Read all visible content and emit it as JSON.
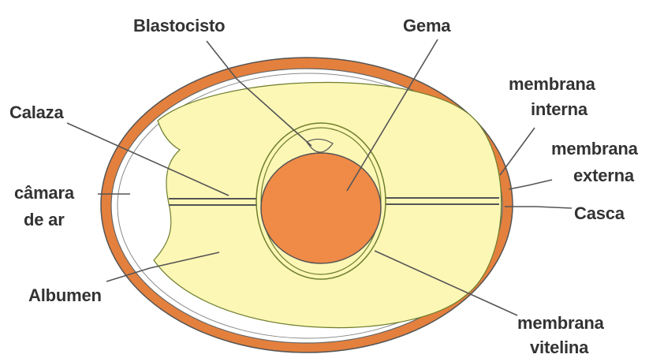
{
  "labels": {
    "blastocisto": "Blastocisto",
    "gema": "Gema",
    "membrana_interna_l1": "membrana",
    "membrana_interna_l2": "interna",
    "calaza": "Calaza",
    "membrana_externa_l1": "membrana",
    "membrana_externa_l2": "externa",
    "camara_l1": "câmara",
    "camara_l2": "de ar",
    "casca": "Casca",
    "albumen": "Albumen",
    "membrana_vitelina_l1": "membrana",
    "membrana_vitelina_l2": "vitelina"
  },
  "colors": {
    "shell": "#e4803d",
    "albumen": "#fdf7b5",
    "yolk": "#ef8a47",
    "outline": "#555555",
    "inner_membrane": "#6e7e2c",
    "leader_line": "#555555",
    "label_text": "#333333"
  }
}
